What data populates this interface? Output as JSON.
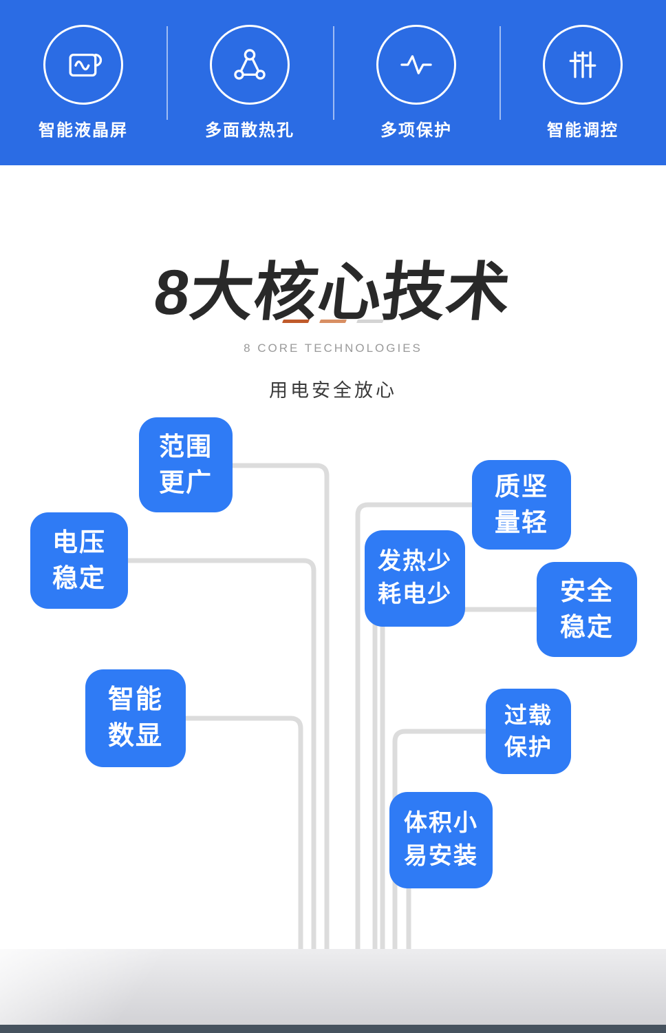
{
  "banner": {
    "bg_color": "#2b6ce4",
    "items": [
      {
        "icon": "lcd-screen-icon",
        "label": "智能液晶屏"
      },
      {
        "icon": "heat-vents-icon",
        "label": "多面散热孔"
      },
      {
        "icon": "protection-pulse-icon",
        "label": "多项保护"
      },
      {
        "icon": "sliders-icon",
        "label": "智能调控"
      }
    ]
  },
  "heading": {
    "title": "8大核心技术",
    "subtitle_en": "8 CORE TECHNOLOGIES",
    "subtitle_cn": "用电安全放心",
    "accent_dash_colors": [
      "#c05a2b",
      "#d88f63",
      "#d4d4d4"
    ]
  },
  "features": [
    {
      "line1": "范围",
      "line2": "更广"
    },
    {
      "line1": "质坚",
      "line2": "量轻"
    },
    {
      "line1": "电压",
      "line2": "稳定"
    },
    {
      "line1": "发热少",
      "line2": "耗电少"
    },
    {
      "line1": "安全",
      "line2": "稳定"
    },
    {
      "line1": "智能",
      "line2": "数显"
    },
    {
      "line1": "过载",
      "line2": "保护"
    },
    {
      "line1": "体积小",
      "line2": "易安装"
    }
  ],
  "colors": {
    "feature_box": "#2f7bf5",
    "connector": "#dcdcdc",
    "bottom_bar": "#46525e"
  }
}
